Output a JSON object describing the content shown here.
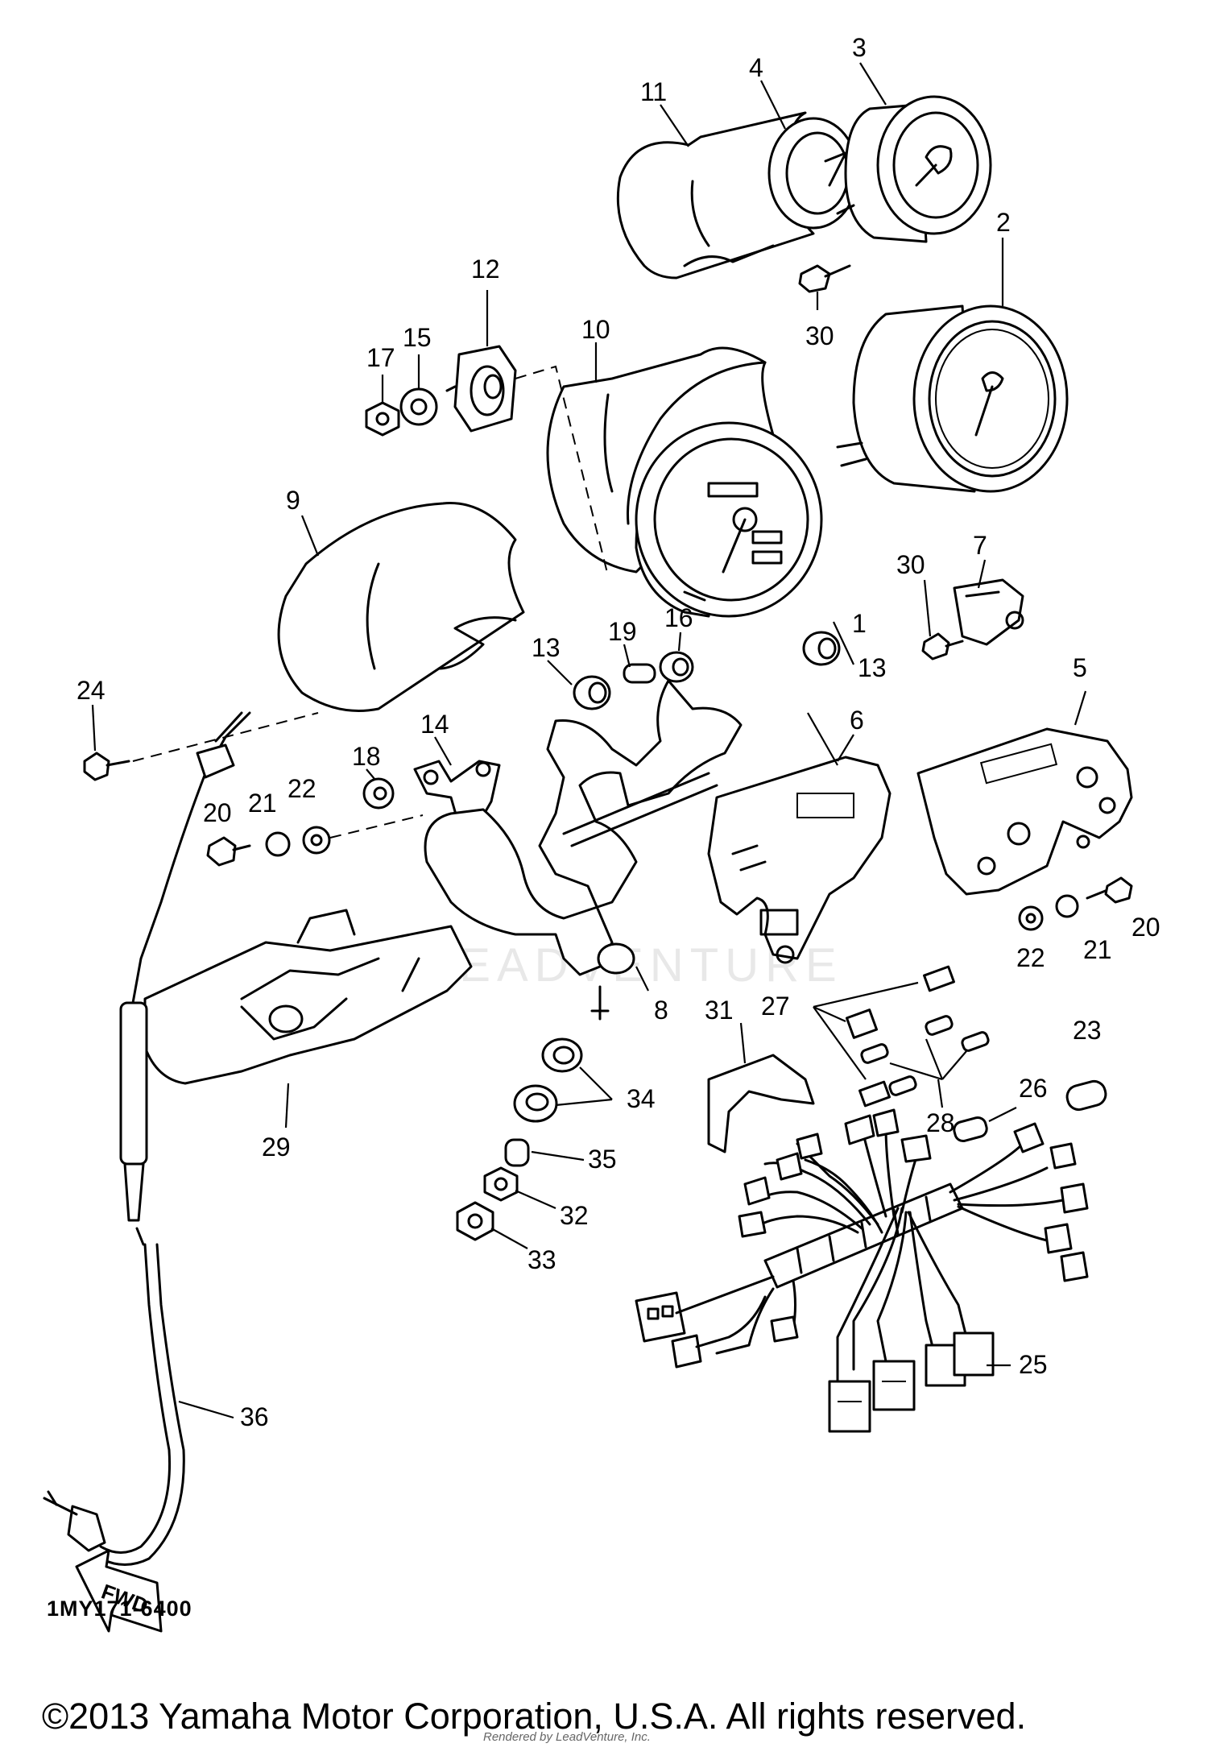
{
  "diagram": {
    "code": "1MY171-6400",
    "copyright": "©2013 Yamaha Motor Corporation, U.S.A. All rights reserved.",
    "watermark": "LEADVENTURE",
    "credit": "Rendered by LeadVenture, Inc.",
    "fwd_label": "FWD",
    "callouts": [
      {
        "id": "c1",
        "label": "1"
      },
      {
        "id": "c2",
        "label": "2"
      },
      {
        "id": "c3",
        "label": "3"
      },
      {
        "id": "c4",
        "label": "4"
      },
      {
        "id": "c5",
        "label": "5"
      },
      {
        "id": "c6",
        "label": "6"
      },
      {
        "id": "c7",
        "label": "7"
      },
      {
        "id": "c8",
        "label": "8"
      },
      {
        "id": "c9",
        "label": "9"
      },
      {
        "id": "c10",
        "label": "10"
      },
      {
        "id": "c11",
        "label": "11"
      },
      {
        "id": "c12",
        "label": "12"
      },
      {
        "id": "c13a",
        "label": "13"
      },
      {
        "id": "c13b",
        "label": "13"
      },
      {
        "id": "c14",
        "label": "14"
      },
      {
        "id": "c15",
        "label": "15"
      },
      {
        "id": "c16",
        "label": "16"
      },
      {
        "id": "c17",
        "label": "17"
      },
      {
        "id": "c18",
        "label": "18"
      },
      {
        "id": "c19",
        "label": "19"
      },
      {
        "id": "c20a",
        "label": "20"
      },
      {
        "id": "c20b",
        "label": "20"
      },
      {
        "id": "c21a",
        "label": "21"
      },
      {
        "id": "c21b",
        "label": "21"
      },
      {
        "id": "c22a",
        "label": "22"
      },
      {
        "id": "c22b",
        "label": "22"
      },
      {
        "id": "c23",
        "label": "23"
      },
      {
        "id": "c24",
        "label": "24"
      },
      {
        "id": "c25",
        "label": "25"
      },
      {
        "id": "c26",
        "label": "26"
      },
      {
        "id": "c27",
        "label": "27"
      },
      {
        "id": "c28",
        "label": "28"
      },
      {
        "id": "c29",
        "label": "29"
      },
      {
        "id": "c30a",
        "label": "30"
      },
      {
        "id": "c30b",
        "label": "30"
      },
      {
        "id": "c31",
        "label": "31"
      },
      {
        "id": "c32",
        "label": "32"
      },
      {
        "id": "c33",
        "label": "33"
      },
      {
        "id": "c34",
        "label": "34"
      },
      {
        "id": "c35",
        "label": "35"
      },
      {
        "id": "c36",
        "label": "36"
      }
    ]
  }
}
